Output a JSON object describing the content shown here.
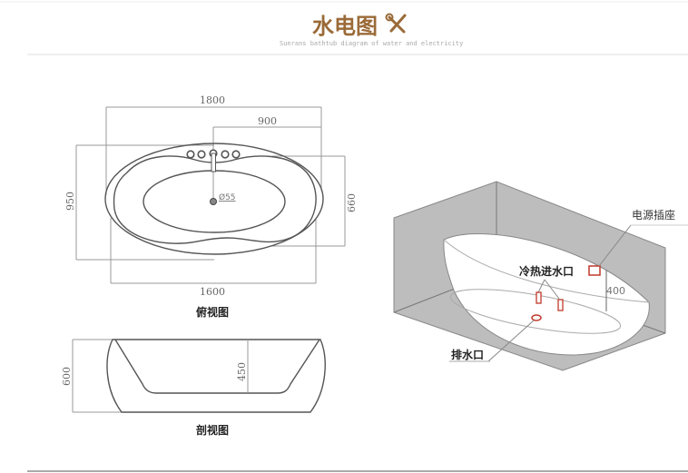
{
  "header": {
    "title": "水电图",
    "subtitle": "Sunrans bathtub diagram of water and electricity",
    "title_color": "#9a6a38"
  },
  "top_view": {
    "label": "俯视图",
    "dims": {
      "length": "1800",
      "half_length": "900",
      "width": "950",
      "inner_width": "660",
      "inner_length": "1600",
      "drain": "Ø55"
    }
  },
  "section_view": {
    "label": "剖视图",
    "dims": {
      "height": "600",
      "depth": "450"
    }
  },
  "iso_view": {
    "socket_label": "电源插座",
    "inlet_label": "冷热进水口",
    "drain_label": "排水口",
    "socket_height": "400",
    "marker_color": "#c0392b"
  }
}
